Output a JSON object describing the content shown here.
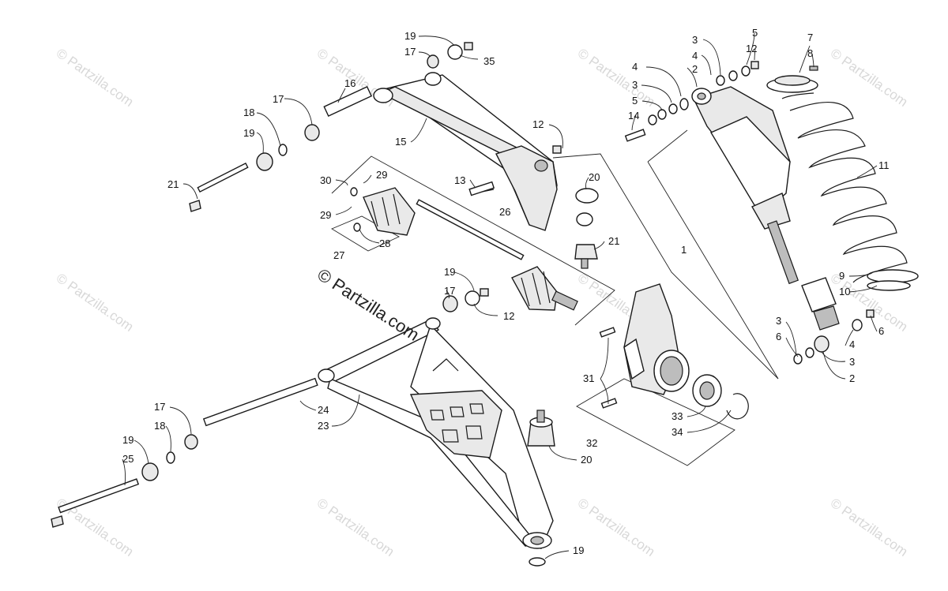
{
  "diagram": {
    "watermark_text": "© Partzilla.com",
    "center_watermark_text": "© Partzilla.com",
    "callouts": [
      {
        "id": "c19a",
        "text": "19"
      },
      {
        "id": "c17a",
        "text": "17"
      },
      {
        "id": "c35",
        "text": "35"
      },
      {
        "id": "c16",
        "text": "16"
      },
      {
        "id": "c17b",
        "text": "17"
      },
      {
        "id": "c18a",
        "text": "18"
      },
      {
        "id": "c19b",
        "text": "19"
      },
      {
        "id": "c21a",
        "text": "21"
      },
      {
        "id": "c15",
        "text": "15"
      },
      {
        "id": "c12a",
        "text": "12"
      },
      {
        "id": "c13",
        "text": "13"
      },
      {
        "id": "c20a",
        "text": "20"
      },
      {
        "id": "c30",
        "text": "30"
      },
      {
        "id": "c29a",
        "text": "29"
      },
      {
        "id": "c29b",
        "text": "29"
      },
      {
        "id": "c26",
        "text": "26"
      },
      {
        "id": "c28",
        "text": "28"
      },
      {
        "id": "c27",
        "text": "27"
      },
      {
        "id": "c21b",
        "text": "21"
      },
      {
        "id": "c19c",
        "text": "19"
      },
      {
        "id": "c17c",
        "text": "17"
      },
      {
        "id": "c12b",
        "text": "12"
      },
      {
        "id": "c3a",
        "text": "3"
      },
      {
        "id": "c5a",
        "text": "5"
      },
      {
        "id": "c4a",
        "text": "4"
      },
      {
        "id": "c12c",
        "text": "12"
      },
      {
        "id": "c7",
        "text": "7"
      },
      {
        "id": "c8",
        "text": "8"
      },
      {
        "id": "c4b",
        "text": "4"
      },
      {
        "id": "c2a",
        "text": "2"
      },
      {
        "id": "c3b",
        "text": "3"
      },
      {
        "id": "c5b",
        "text": "5"
      },
      {
        "id": "c14",
        "text": "14"
      },
      {
        "id": "c11",
        "text": "11"
      },
      {
        "id": "c1",
        "text": "1"
      },
      {
        "id": "c9",
        "text": "9"
      },
      {
        "id": "c10",
        "text": "10"
      },
      {
        "id": "c3c",
        "text": "3"
      },
      {
        "id": "c6a",
        "text": "6"
      },
      {
        "id": "c4c",
        "text": "4"
      },
      {
        "id": "c6b",
        "text": "6"
      },
      {
        "id": "c3d",
        "text": "3"
      },
      {
        "id": "c2b",
        "text": "2"
      },
      {
        "id": "c31",
        "text": "31"
      },
      {
        "id": "c33",
        "text": "33"
      },
      {
        "id": "c34",
        "text": "34"
      },
      {
        "id": "c32",
        "text": "32"
      },
      {
        "id": "c17d",
        "text": "17"
      },
      {
        "id": "c24",
        "text": "24"
      },
      {
        "id": "c23",
        "text": "23"
      },
      {
        "id": "c18b",
        "text": "18"
      },
      {
        "id": "c19d",
        "text": "19"
      },
      {
        "id": "c25",
        "text": "25"
      },
      {
        "id": "c20b",
        "text": "20"
      },
      {
        "id": "c19e",
        "text": "19"
      }
    ]
  }
}
